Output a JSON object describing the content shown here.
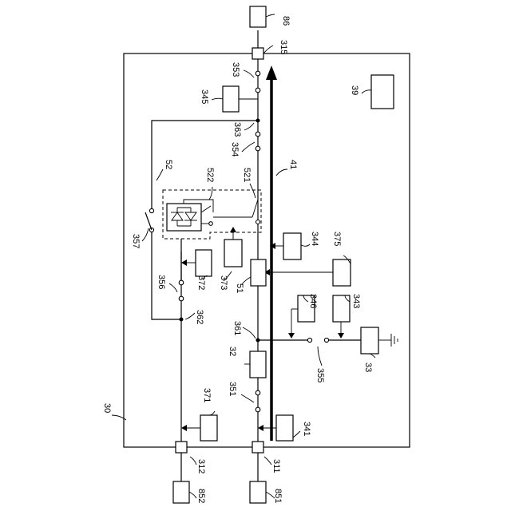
{
  "labels": {
    "l86": "86",
    "l315": "315",
    "l353": "353",
    "l345": "345",
    "l39": "39",
    "l363": "363",
    "l354": "354",
    "l41": "41",
    "l52": "52",
    "l522": "522",
    "l521": "521",
    "l357": "357",
    "l344": "344",
    "l375": "375",
    "l373": "373",
    "l51": "51",
    "l372": "372",
    "l356": "356",
    "l346": "346",
    "l343": "343",
    "l362": "362",
    "l361": "361",
    "l32": "32",
    "l355": "355",
    "l33": "33",
    "l351": "351",
    "l371": "371",
    "l30": "30",
    "l341": "341",
    "l312": "312",
    "l311": "311",
    "l852": "852",
    "l851": "851"
  }
}
